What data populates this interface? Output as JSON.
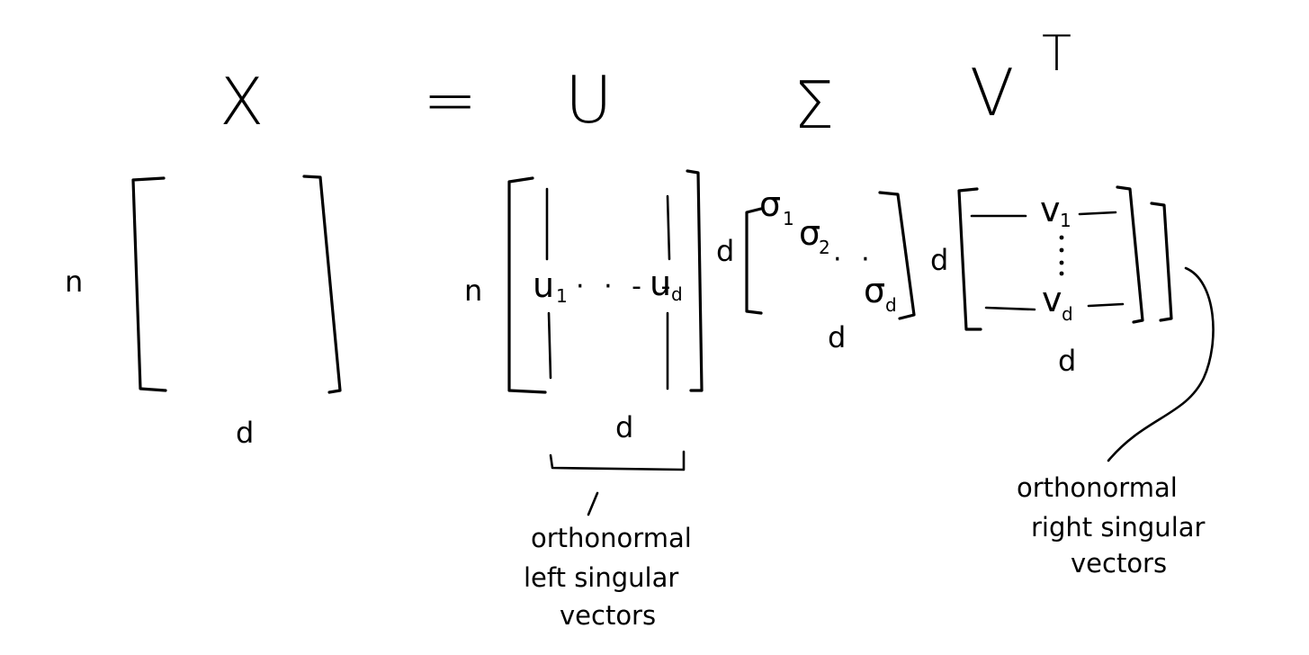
{
  "equation": {
    "lhs": "X",
    "equals": "=",
    "u": "U",
    "sigma": "Σ",
    "v": "V",
    "transpose": "T"
  },
  "matrix_x": {
    "rows": "n",
    "cols": "d"
  },
  "matrix_u": {
    "rows": "n",
    "cols": "d",
    "first_col_base": "u",
    "first_col_sub": "1",
    "last_col_base": "u",
    "last_col_sub": "d",
    "ellipsis": "· · -  -"
  },
  "matrix_sigma": {
    "rows": "d",
    "cols": "d",
    "entry1_base": "σ",
    "entry1_sub": "1",
    "entry2_base": "σ",
    "entry2_sub": "2",
    "entry3_base": "σ",
    "entry3_sub": "d",
    "ellipsis": "· ·"
  },
  "matrix_vt": {
    "rows": "d",
    "cols": "d",
    "first_row_base": "v",
    "first_row_sub": "1",
    "last_row_base": "v",
    "last_row_sub": "d"
  },
  "annotations": {
    "left": [
      "orthonormal",
      "left singular",
      "vectors"
    ],
    "right": [
      "orthonormal",
      "right singular",
      "vectors"
    ]
  }
}
